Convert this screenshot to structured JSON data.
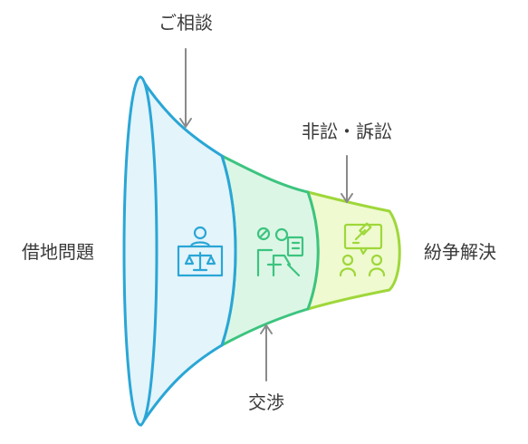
{
  "labels": {
    "top_consultation": "ご相談",
    "mid_litigation": "非訟・訴訟",
    "left_problem": "借地問題",
    "right_resolution": "紛争解決",
    "bottom_negotiation": "交渉"
  },
  "stages": [
    {
      "name": "consultation",
      "fill": "#e3f4fb",
      "stroke": "#2aa6d6",
      "icon": "judge-desk-scales-icon"
    },
    {
      "name": "negotiation",
      "fill": "#dcf6e6",
      "stroke": "#3cc47f",
      "icon": "negotiation-people-icon"
    },
    {
      "name": "litigation",
      "fill": "#effad0",
      "stroke": "#9fd73a",
      "icon": "gavel-people-icon"
    }
  ],
  "colors": {
    "arrow": "#8a8a8a",
    "text": "#3a3a3a"
  }
}
